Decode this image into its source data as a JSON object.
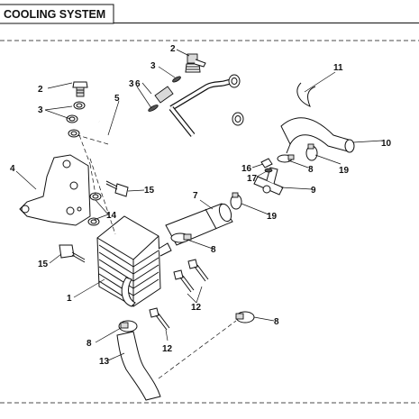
{
  "header": {
    "title": "COOLING SYSTEM"
  },
  "callouts": [
    {
      "id": "c2a",
      "text": "2"
    },
    {
      "id": "c2b",
      "text": "2"
    },
    {
      "id": "c3a",
      "text": "3"
    },
    {
      "id": "c3b",
      "text": "3"
    },
    {
      "id": "c3c",
      "text": "3"
    },
    {
      "id": "c4",
      "text": "4"
    },
    {
      "id": "c5",
      "text": "5"
    },
    {
      "id": "c6",
      "text": "6"
    },
    {
      "id": "c7",
      "text": "7"
    },
    {
      "id": "c8a",
      "text": "8"
    },
    {
      "id": "c8b",
      "text": "8"
    },
    {
      "id": "c8c",
      "text": "8"
    },
    {
      "id": "c8d",
      "text": "8"
    },
    {
      "id": "c9",
      "text": "9"
    },
    {
      "id": "c10",
      "text": "10"
    },
    {
      "id": "c11",
      "text": "11"
    },
    {
      "id": "c12a",
      "text": "12"
    },
    {
      "id": "c12b",
      "text": "12"
    },
    {
      "id": "c13",
      "text": "13"
    },
    {
      "id": "c14",
      "text": "14"
    },
    {
      "id": "c15a",
      "text": "15"
    },
    {
      "id": "c15b",
      "text": "15"
    },
    {
      "id": "c16",
      "text": "16"
    },
    {
      "id": "c17",
      "text": "17"
    },
    {
      "id": "c19a",
      "text": "19"
    },
    {
      "id": "c19b",
      "text": "19"
    },
    {
      "id": "c1",
      "text": "1"
    }
  ]
}
